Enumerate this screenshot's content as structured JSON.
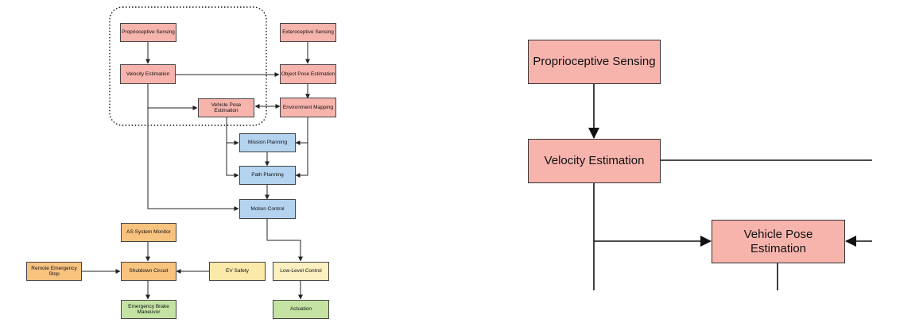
{
  "colors": {
    "perception": "#f7b4ad",
    "planning": "#b4d3ef",
    "safety": "#f8c27f",
    "ev": "#fbe9a9",
    "low": "#fcefc0",
    "actuation": "#c4e3a3",
    "line": "#222222"
  },
  "overview": {
    "proprioceptive": "Proprioceptive Sensing",
    "exteroceptive": "Exteroceptive Sensing",
    "velocity": "Velocity Estimation",
    "object_pose": "Object Pose Estimation",
    "vehicle_pose": "Vehicle Pose Estimation",
    "environment": "Environment Mapping",
    "mission": "Mission Planning",
    "path": "Path Planning",
    "motion": "Motion Control",
    "as_monitor": "AS System Monitor",
    "remote_stop": "Remote Emergency Stop",
    "shutdown": "Shutdown Circuit",
    "ev_safety": "EV Safety",
    "low_level": "Low-Level Control",
    "brake": "Emergency Brake Maneuvor",
    "actuation": "Actuation"
  },
  "zoom": {
    "proprioceptive": "Proprioceptive Sensing",
    "velocity": "Velocity Estimation",
    "vehicle_pose": "Vehicle Pose Estimation"
  }
}
